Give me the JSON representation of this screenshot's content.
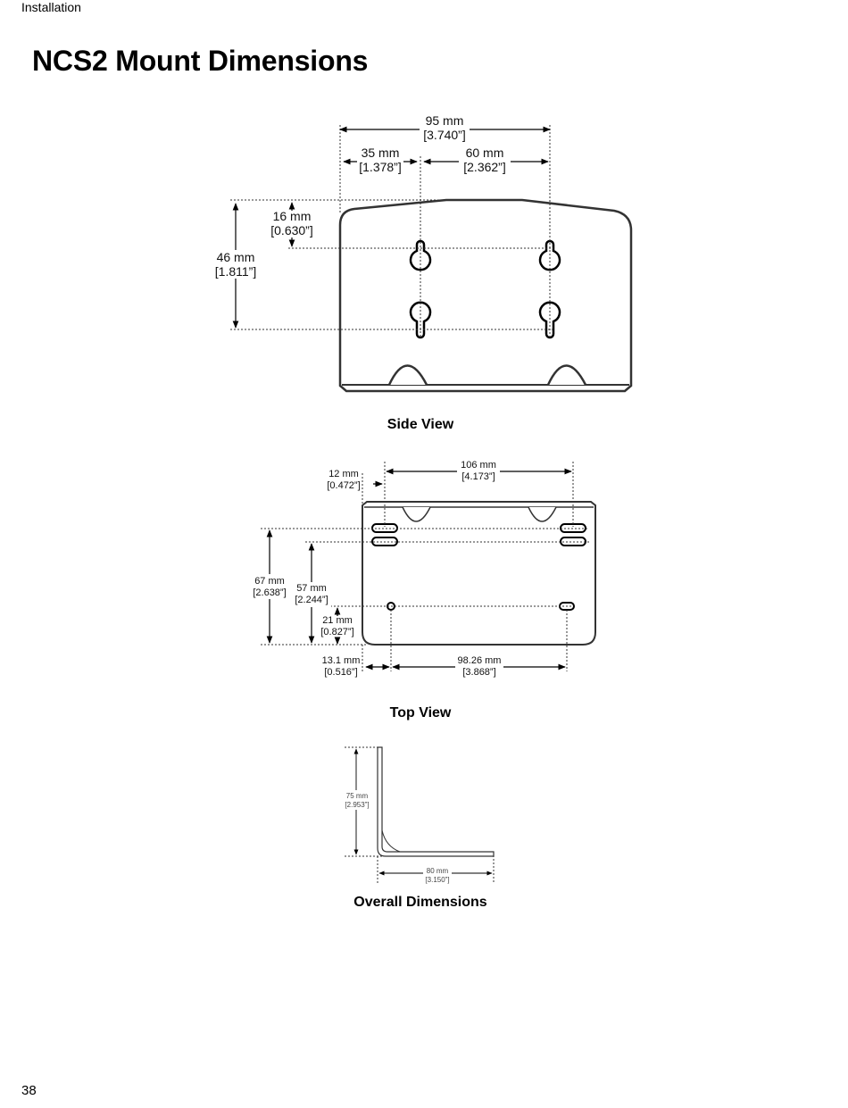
{
  "header": {
    "section": "Installation"
  },
  "page": {
    "title": "NCS2 Mount Dimensions",
    "number": "38"
  },
  "side_view": {
    "caption": "Side View",
    "dims": {
      "total_width": {
        "mm": "95 mm",
        "in": "[3.740”]"
      },
      "left_offset": {
        "mm": "35 mm",
        "in": "[1.378”]"
      },
      "hole_spacing": {
        "mm": "60 mm",
        "in": "[2.362”]"
      },
      "top_offset": {
        "mm": "16 mm",
        "in": "[0.630”]"
      },
      "hole_height": {
        "mm": "46 mm",
        "in": "[1.811”]"
      }
    }
  },
  "top_view": {
    "caption": "Top View",
    "dims": {
      "edge_offset": {
        "mm": "12 mm",
        "in": "[0.472”]"
      },
      "slot_spacing": {
        "mm": "106 mm",
        "in": "[4.173”]"
      },
      "depth_outer": {
        "mm": "67 mm",
        "in": "[2.638”]"
      },
      "depth_inner": {
        "mm": "57 mm",
        "in": "[2.244”]"
      },
      "hole_offset": {
        "mm": "21 mm",
        "in": "[0.827”]"
      },
      "hole_edge": {
        "mm": "13.1 mm",
        "in": "[0.516”]"
      },
      "hole_spacing": {
        "mm": "98.26 mm",
        "in": "[3.868”]"
      }
    }
  },
  "overall": {
    "caption": "Overall Dimensions",
    "dims": {
      "height": {
        "mm": "75 mm",
        "in": "[2.953”]"
      },
      "width": {
        "mm": "80 mm",
        "in": "[3.150”]"
      }
    }
  }
}
